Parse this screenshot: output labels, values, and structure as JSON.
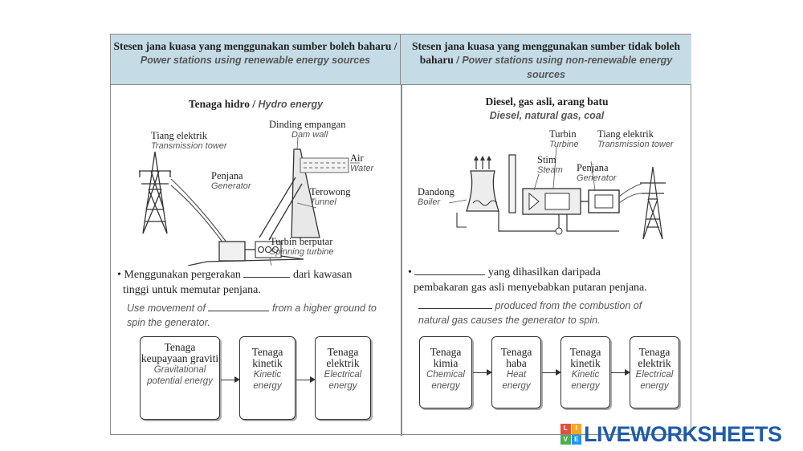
{
  "header": {
    "left_ms": "Stesen jana kuasa yang menggunakan sumber boleh baharu",
    "left_en": "Power stations using renewable energy sources",
    "right_ms": "Stesen jana kuasa yang menggunakan sumber tidak boleh baharu",
    "right_en": "Power stations using non-renewable energy sources"
  },
  "left": {
    "title_ms": "Tenaga hidro",
    "title_en": "Hydro energy",
    "labels": {
      "tower_ms": "Tiang elektrik",
      "tower_en": "Transmission tower",
      "dam_ms": "Dinding empangan",
      "dam_en": "Dam wall",
      "water_ms": "Air",
      "water_en": "Water",
      "generator_ms": "Penjana",
      "generator_en": "Generator",
      "tunnel_ms": "Terowong",
      "tunnel_en": "Tunnel",
      "turbine_ms": "Turbin berputar",
      "turbine_en": "Spinning turbine"
    },
    "bullet_ms_1": "Menggunakan pergerakan",
    "bullet_ms_2": "dari kawasan",
    "bullet_ms_3": "tinggi untuk memutar penjana.",
    "bullet_en_1": "Use movement of",
    "bullet_en_2": "from a higher ground to",
    "bullet_en_3": "spin the generator.",
    "flow": [
      {
        "ms": "Tenaga keupayaan graviti",
        "en": "Gravitational potential energy"
      },
      {
        "ms": "Tenaga kinetik",
        "en": "Kinetic energy"
      },
      {
        "ms": "Tenaga elektrik",
        "en": "Electrical energy"
      }
    ]
  },
  "right": {
    "title_ms": "Diesel, gas asli, arang batu",
    "title_en": "Diesel, natural gas, coal",
    "labels": {
      "turbine_ms": "Turbin",
      "turbine_en": "Turbine",
      "tower_ms": "Tiang elektrik",
      "tower_en": "Transmission tower",
      "steam_ms": "Stim",
      "steam_en": "Steam",
      "generator_ms": "Penjana",
      "generator_en": "Generator",
      "boiler_ms": "Dandong",
      "boiler_en": "Boiler"
    },
    "bullet_ms_1": "yang dihasilkan daripada",
    "bullet_ms_2": "pembakaran gas asli menyebabkan putaran penjana.",
    "bullet_en_1": "produced from the combustion of",
    "bullet_en_2": "natural gas causes the generator to spin.",
    "flow": [
      {
        "ms": "Tenaga kimia",
        "en": "Chemical energy"
      },
      {
        "ms": "Tenaga haba",
        "en": "Heat energy"
      },
      {
        "ms": "Tenaga kinetik",
        "en": "Kinetic energy"
      },
      {
        "ms": "Tenaga elektrik",
        "en": "Electrical energy"
      }
    ]
  },
  "brand": {
    "text": "LIVEWORKSHEETS",
    "logo_letters": [
      "L",
      "I",
      "V",
      "E"
    ],
    "color": "#1f5ba8"
  }
}
